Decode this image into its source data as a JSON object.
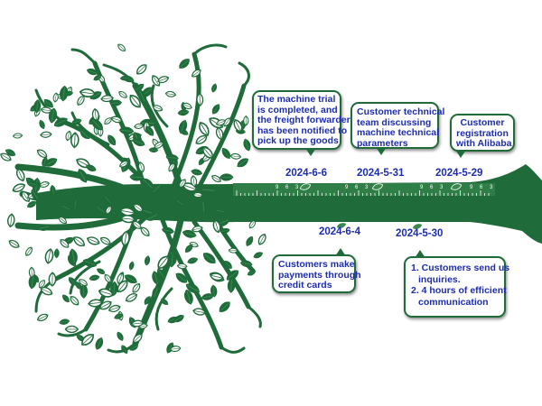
{
  "timeline": {
    "events": [
      {
        "date": "2024-6-6",
        "lines": [
          "The machine trial",
          "is completed, and",
          "the freight forwarder",
          "has been notified to",
          "pick up the goods"
        ]
      },
      {
        "date": "2024-5-31",
        "lines": [
          "Customer technical",
          "team discussing",
          "machine technical",
          "parameters"
        ]
      },
      {
        "date": "2024-5-29",
        "lines": [
          "Customer",
          "registration",
          "with Alibaba"
        ]
      },
      {
        "date": "2024-6-4",
        "lines": [
          "Customers make",
          "payments through",
          "credit cards"
        ]
      },
      {
        "date": "2024-5-30",
        "lines": [
          "1. Customers send us",
          "inquiries.",
          "2. 4 hours of efficient",
          "communication"
        ]
      }
    ],
    "ruler_digits": [
      "9",
      "6",
      "3"
    ]
  },
  "colors": {
    "tree": "#1f6b3a",
    "tree_dark": "#17592f",
    "text": "#1d2db0",
    "callout_border": "#1f6b3a"
  }
}
